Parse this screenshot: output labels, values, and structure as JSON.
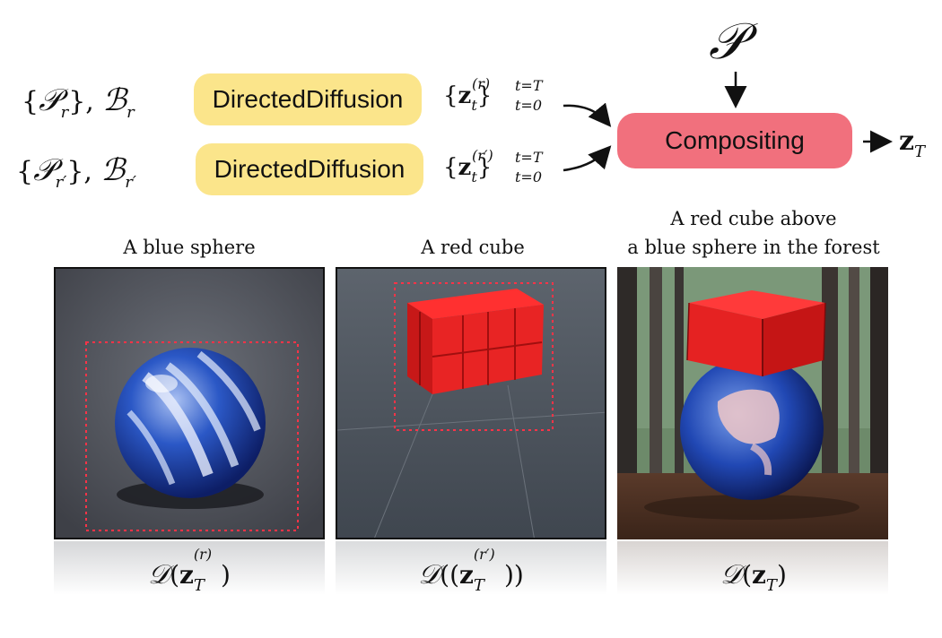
{
  "inputs": [
    {
      "prompt_set": "{𝒫r}, ℬr",
      "module": "DirectedDiffusion",
      "output": "{z_t^(r)}_{t=0}^{t=T}"
    },
    {
      "prompt_set": "{𝒫r′}, ℬr′",
      "module": "DirectedDiffusion",
      "output": "{z_t^(r′)}_{t=0}^{t=T}"
    }
  ],
  "global_prompt": "𝒫",
  "compositing": {
    "label": "Compositing",
    "output": "z_T"
  },
  "panels": [
    {
      "caption": "A blue sphere",
      "decoder_label": "𝒟(z_T^(r))"
    },
    {
      "caption": "A red cube",
      "decoder_label": "𝒟((z_T^(r′)))"
    },
    {
      "caption_line1": "A red cube above",
      "caption_line2": "a blue sphere in the forest",
      "decoder_label": "𝒟(z_T)"
    }
  ],
  "colors": {
    "yellow_box": "#fbe58b",
    "red_box": "#f1707d",
    "bbox_dotted": "#ff3347"
  }
}
